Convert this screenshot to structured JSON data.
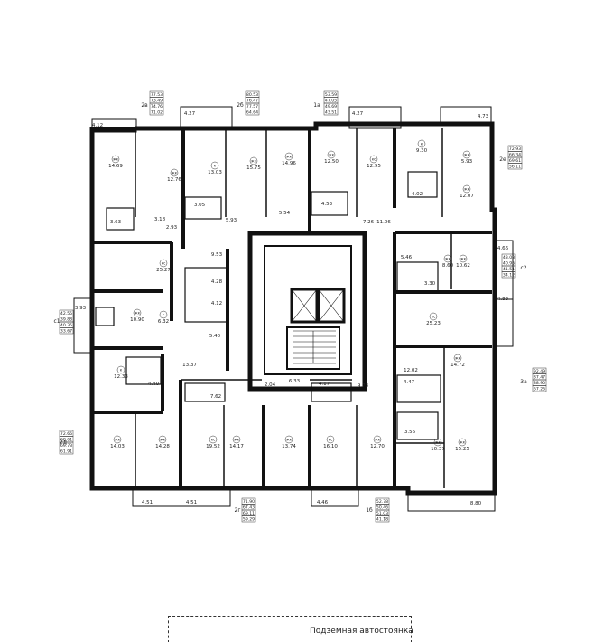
{
  "legend": {
    "label": "Подземная автостоянка"
  },
  "apartment_types": {
    "t2b_top": "2в",
    "t2b_topmid": "2б",
    "t1a_top": "1а",
    "t2e_right": "2е",
    "t2c_right": "с2",
    "t3a_right": "3а",
    "t1b_bottom": "1б",
    "t2g_bottom": "2г",
    "t2d_left": "2д",
    "t1c_left": "с1"
  },
  "balconies": {
    "top1": "4.27",
    "top2": "4.27",
    "top3": "4.73",
    "topleft": "4.12",
    "right1": "4.66",
    "right2": "4.88",
    "left1": "3.93",
    "bot1": "4.51",
    "bot2": "4.51",
    "bot3": "4.46",
    "bot4": "8.80"
  },
  "area_tables": {
    "top_2v": [
      "77.53",
      "73.49",
      "74.76",
      "71.02"
    ],
    "top_2b": [
      "80.53",
      "76.47",
      "77.57",
      "64.64"
    ],
    "top_1a": [
      "53.59",
      "47.05",
      "49.69",
      "43.51"
    ],
    "right_2e": [
      "72.93",
      "66.34",
      "69.61",
      "56.11"
    ],
    "right_c2": [
      "43.03",
      "40.95",
      "41.51",
      "34.12"
    ],
    "right_3a": [
      "92.49",
      "87.47",
      "88.90",
      "67.26"
    ],
    "bottom_1b": [
      "52.78",
      "50.46",
      "51.03",
      "41.18"
    ],
    "bottom_2g": [
      "71.90",
      "67.43",
      "69.11",
      "59.29"
    ],
    "left_2d": [
      "72.66",
      "68.61",
      "69.73",
      "61.91"
    ],
    "left_c1": [
      "42.55",
      "39.88",
      "40.35",
      "33.67"
    ]
  },
  "rooms": {
    "r1": {
      "code": "жк",
      "area": "14.69"
    },
    "r2": {
      "code": "жк",
      "area": "12.76"
    },
    "r3": {
      "code": "к",
      "area": "13.03"
    },
    "r4": {
      "code": "жк",
      "area": "15.75"
    },
    "r5": {
      "code": "жк",
      "area": "14.96"
    },
    "r6": {
      "code": "жк",
      "area": "12.50"
    },
    "r7": {
      "code": "кс",
      "area": "12.95"
    },
    "r8": {
      "code": "к",
      "area": "9.30"
    },
    "r9": {
      "code": "жк",
      "area": "5.93"
    },
    "r10": {
      "code": "жк",
      "area": "12.07"
    },
    "r11": {
      "code": "кс",
      "area": "25.27"
    },
    "r12": {
      "code": "жк",
      "area": "10.90"
    },
    "r13": {
      "code": "с",
      "area": "6.32"
    },
    "r14": {
      "code": "жк",
      "area": "8.60"
    },
    "r15": {
      "code": "жк",
      "area": "10.62"
    },
    "r16": {
      "code": "кс",
      "area": "25.23"
    },
    "r17": {
      "code": "к",
      "area": "12.33"
    },
    "r18": {
      "code": "жк",
      "area": "14.72"
    },
    "r19": {
      "code": "жк",
      "area": "14.03"
    },
    "r20": {
      "code": "жк",
      "area": "14.28"
    },
    "r21": {
      "code": "кс",
      "area": "19.52"
    },
    "r22": {
      "code": "жк",
      "area": "14.17"
    },
    "r23": {
      "code": "жк",
      "area": "13.74"
    },
    "r24": {
      "code": "кс",
      "area": "16.10"
    },
    "r25": {
      "code": "жк",
      "area": "12.70"
    },
    "r26": {
      "code": "жк",
      "area": "10.37"
    },
    "r27": {
      "code": "жк",
      "area": "15.25"
    }
  },
  "areas": {
    "a1": "3.18",
    "a2": "2.93",
    "a3": "3.63",
    "a4": "3.05",
    "a5": "5.93",
    "a6": "5.54",
    "a7": "4.53",
    "a8": "7.26",
    "a9": "11.06",
    "a10": "4.02",
    "a11": "9.53",
    "a12": "4.28",
    "a13": "4.12",
    "a14": "5.40",
    "a15": "5.46",
    "a16": "3.30",
    "a17": "13.37",
    "a18": "4.40",
    "a19": "7.62",
    "a20": "2.04",
    "a21": "6.33",
    "a22": "4.17",
    "a23": "9.73",
    "a24": "12.02",
    "a25": "4.47",
    "a26": "3.56"
  }
}
